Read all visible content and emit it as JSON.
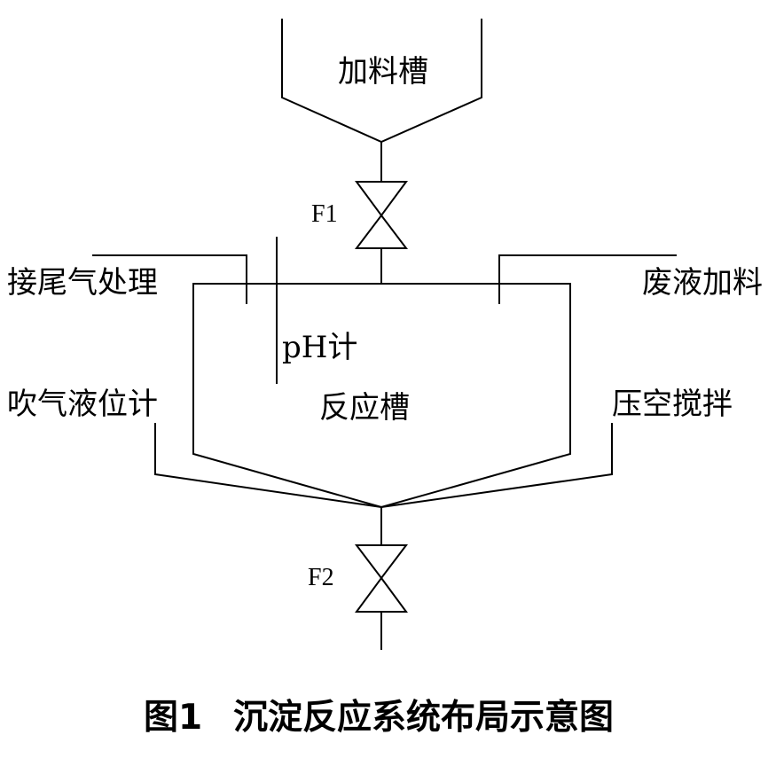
{
  "diagram": {
    "hopper_label": "加料槽",
    "valve_top_label": "F1",
    "exhaust_label": "接尾气处理",
    "ph_label": "pH计",
    "waste_label": "废液加料",
    "reactor_label": "反应槽",
    "level_label": "吹气液位计",
    "stir_label": "压空搅拌",
    "valve_bottom_label": "F2"
  },
  "caption": {
    "figure_number": "图1",
    "title": "沉淀反应系统布局示意图"
  },
  "colors": {
    "stroke": "#000000",
    "background": "#ffffff"
  }
}
